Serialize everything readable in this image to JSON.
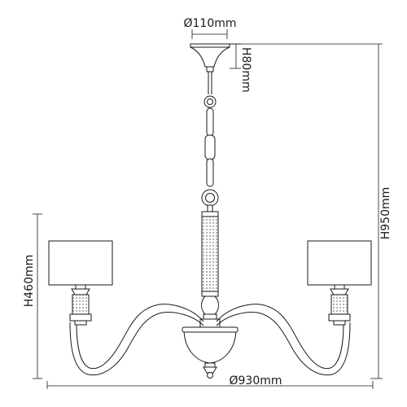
{
  "dimensions": {
    "canopy_diameter": "Ø110mm",
    "canopy_height": "H80mm",
    "total_height": "H950mm",
    "arm_height": "H460mm",
    "overall_diameter": "Ø930mm"
  },
  "colors": {
    "line": "#1a1a1a",
    "background": "#ffffff",
    "knurl": "#9a9a9a"
  }
}
